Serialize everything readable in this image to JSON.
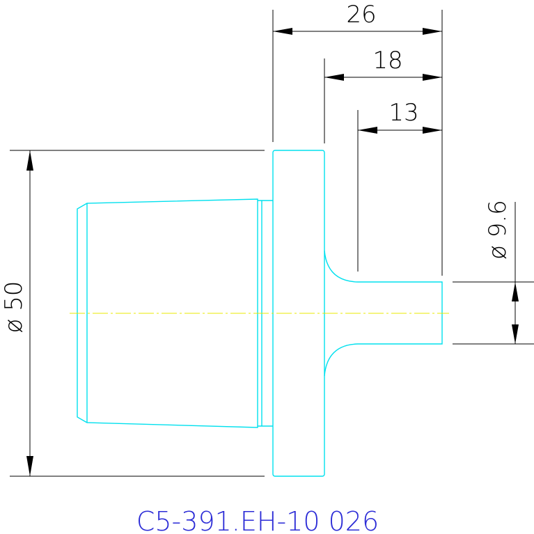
{
  "drawing": {
    "part_number": "C5-391.EH-10 026",
    "dimensions": {
      "overall_length": "26",
      "length_18": "18",
      "length_13": "13",
      "outer_diameter": "ø 50",
      "shank_diameter": "ø 9.6"
    },
    "colors": {
      "outline": "#00e0ee",
      "dimension": "#000000",
      "centerline": "#e8e800",
      "part_label": "#2b2bd6"
    }
  }
}
